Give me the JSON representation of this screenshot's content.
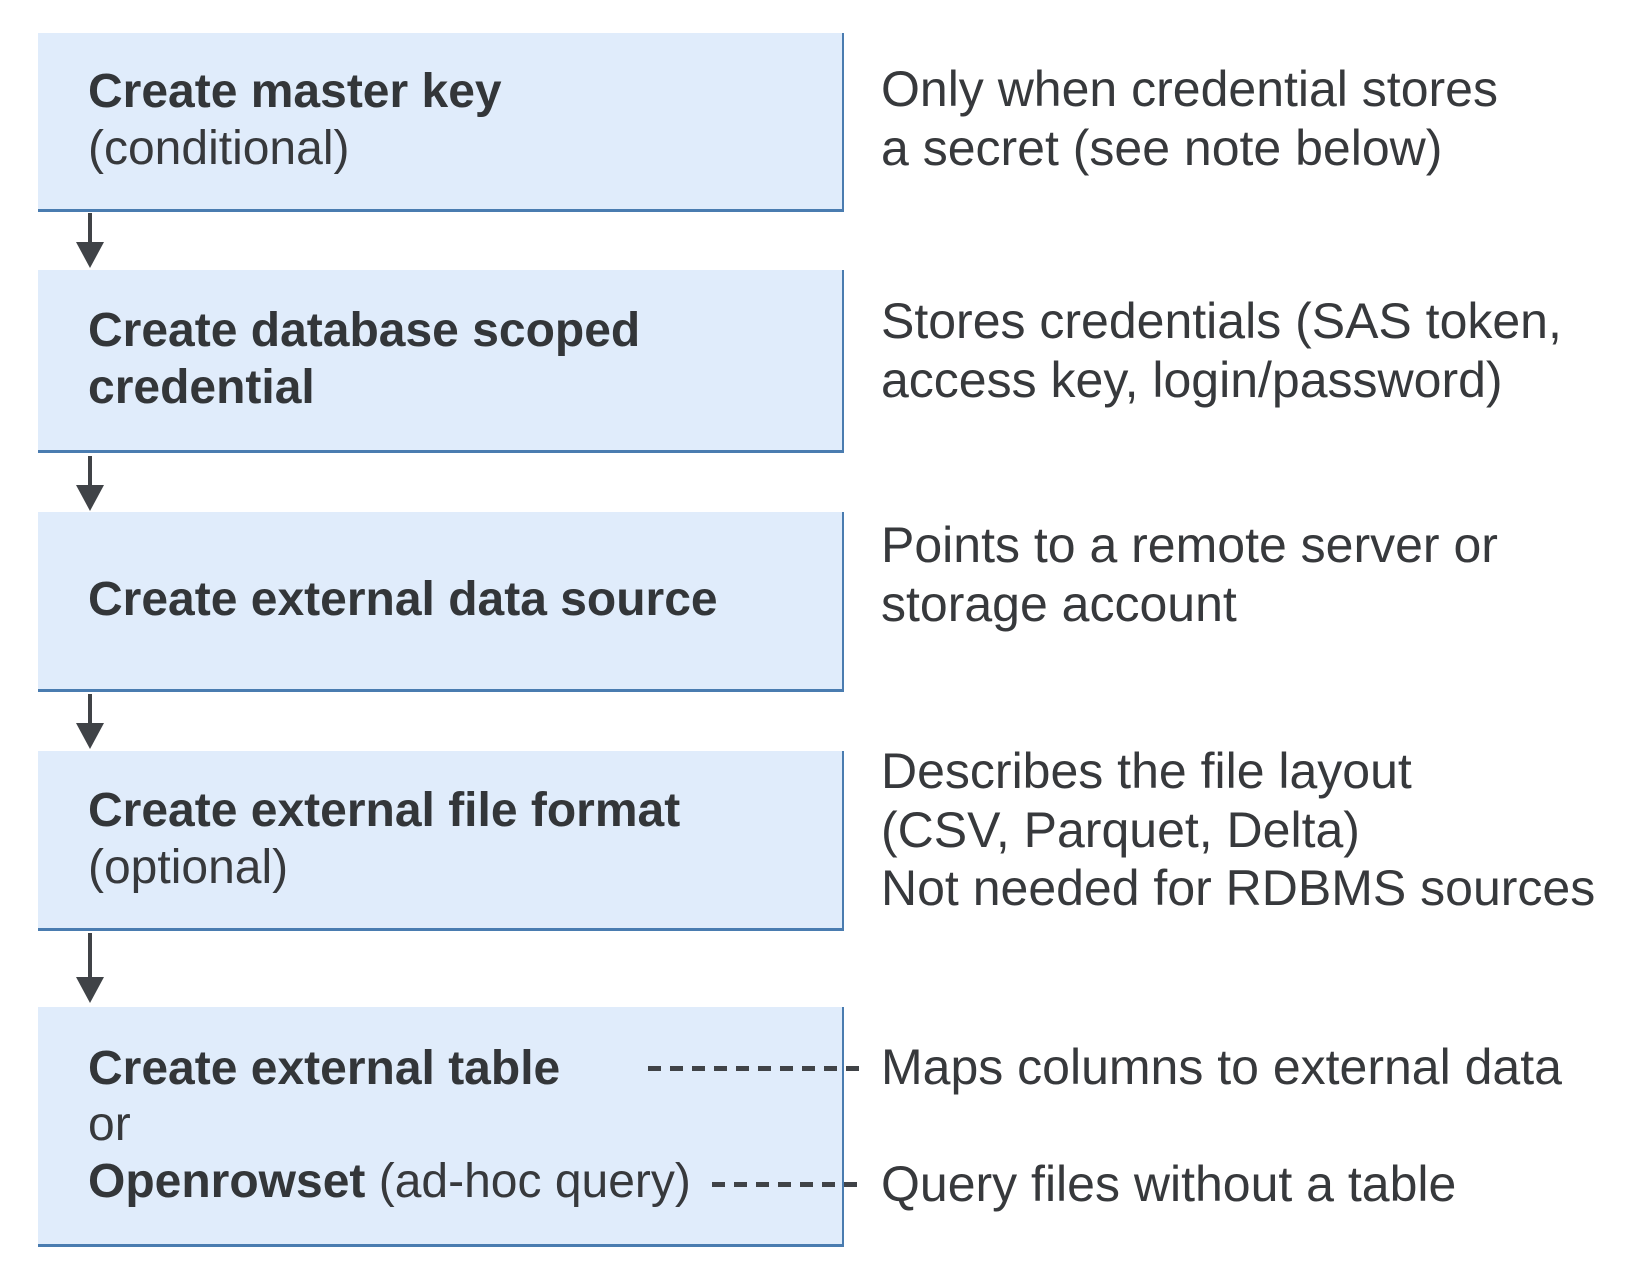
{
  "colors": {
    "box_fill": "#e0ecfb",
    "box_border": "#4a7cb0",
    "arrow": "#404347",
    "text": "#37393c",
    "background": "#ffffff"
  },
  "steps": [
    {
      "title": "Create master key",
      "subtitle": "(conditional)",
      "note": "Only when credential stores\na secret (see note below)"
    },
    {
      "title": "Create database scoped\ncredential",
      "note": "Stores credentials (SAS token,\naccess key, login/password)"
    },
    {
      "title": "Create external data source",
      "note": "Points to a remote server or\nstorage account"
    },
    {
      "title": "Create external file format",
      "subtitle": "(optional)",
      "note": "Describes the file layout\n(CSV, Parquet, Delta)\nNot needed for RDBMS sources"
    },
    {
      "title": "Create external table",
      "or_label": "or",
      "alt_title": "Openrowset",
      "alt_suffix": " (ad-hoc query)",
      "note_table": "Maps columns to external data",
      "note_openrowset": "Query files without a table"
    }
  ]
}
